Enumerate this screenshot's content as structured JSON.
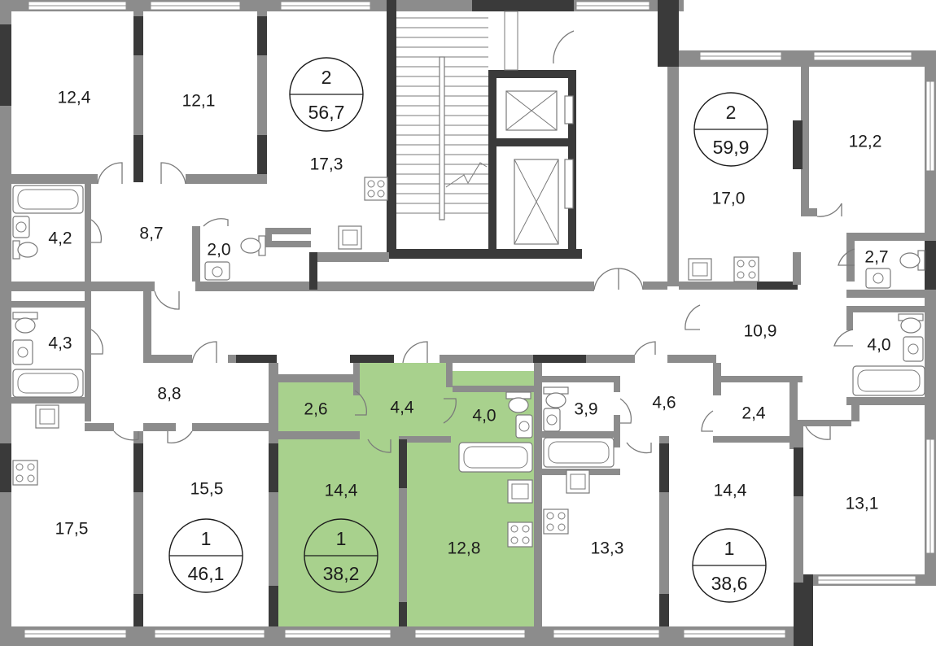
{
  "highlight_color": "#a8d18d",
  "wall_color": "#8c8c8c",
  "dark_wall_color": "#3a3a3a",
  "apartments": [
    {
      "id": "apt-2-56-7",
      "rooms": "2",
      "area": "56,7"
    },
    {
      "id": "apt-2-59-9",
      "rooms": "2",
      "area": "59,9"
    },
    {
      "id": "apt-1-46-1",
      "rooms": "1",
      "area": "46,1"
    },
    {
      "id": "apt-1-38-2",
      "rooms": "1",
      "area": "38,2",
      "highlighted": true
    },
    {
      "id": "apt-1-38-6",
      "rooms": "1",
      "area": "38,6"
    }
  ],
  "room_areas": [
    "12,4",
    "12,1",
    "17,3",
    "4,2",
    "8,7",
    "2,0",
    "17,0",
    "12,2",
    "2,7",
    "10,9",
    "4,0",
    "4,3",
    "8,8",
    "2,6",
    "4,4",
    "4,0",
    "3,9",
    "4,6",
    "2,4",
    "17,5",
    "15,5",
    "14,4",
    "12,8",
    "13,3",
    "14,4",
    "13,1"
  ]
}
